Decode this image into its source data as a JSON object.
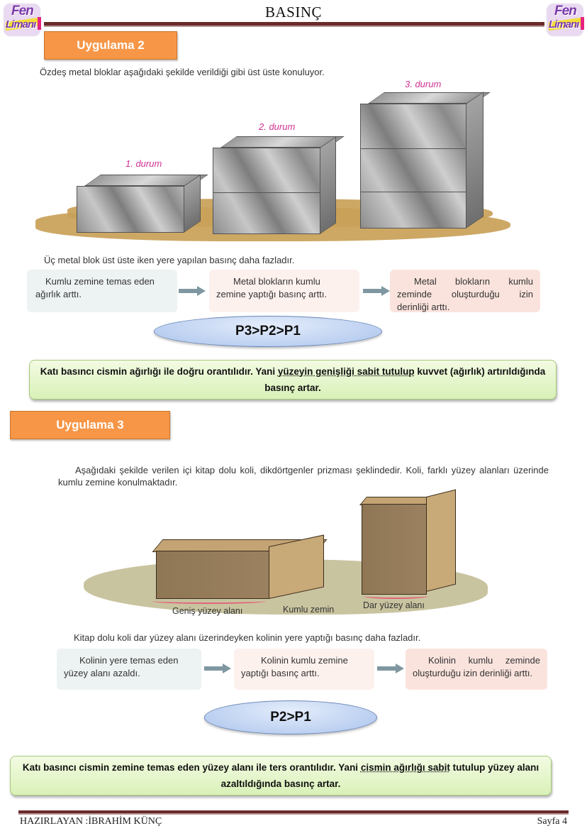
{
  "header": {
    "title": "BASINÇ",
    "logo_line1": "Fen",
    "logo_line2": "Limanı"
  },
  "section2": {
    "tab_label": "Uygulama 2",
    "intro": "Özdeş metal bloklar aşağıdaki şekilde verildiği gibi üst üste konuluyor.",
    "figure_labels": [
      "1. durum",
      "2. durum",
      "3. durum"
    ],
    "conclusion": "Üç metal blok üst üste iken yere yapılan basınç daha fazladır.",
    "flow": [
      "Kumlu zemine temas eden ağırlık arttı.",
      "Metal blokların kumlu zemine yaptığı basınç arttı.",
      "Metal blokların kumlu zeminde oluşturduğu izin derinliği arttı."
    ],
    "result": "P3>P2>P1",
    "rule": {
      "part1": "Katı basıncı cismin ağırlığı ile doğru orantılıdır. Yani ",
      "underlined": "yüzeyin genişliği sabit tutulup",
      "part2": " kuvvet (ağırlık) artırıldığında basınç artar."
    }
  },
  "section3": {
    "tab_label": "Uygulama 3",
    "intro": "Aşağıdaki şekilde verilen içi kitap dolu koli, dikdörtgenler prizması şeklindedir. Koli, farklı yüzey alanları üzerinde kumlu zemine konulmaktadır.",
    "figure_labels": {
      "wide": "Geniş yüzey alanı",
      "ground": "Kumlu zemin",
      "narrow": "Dar yüzey alanı"
    },
    "conclusion": "Kitap dolu koli dar yüzey alanı üzerindeyken kolinin yere yaptığı basınç daha fazladır.",
    "flow": [
      "Kolinin yere temas eden yüzey alanı azaldı.",
      "Kolinin kumlu zemine yaptığı basınç arttı.",
      "Kolinin kumlu zeminde oluşturduğu izin derinliği arttı."
    ],
    "result": "P2>P1",
    "rule": {
      "part1": "Katı basıncı cismin zemine temas eden yüzey alanı ile ters orantılıdır. Yani ",
      "underlined": "cismin ağırlığı sabit",
      "part2": " tutulup yüzey alanı azaltıldığında basınç artar."
    }
  },
  "footer": {
    "author": "HAZIRLAYAN :İBRAHİM KÜNÇ",
    "page": "Sayfa 4"
  },
  "colors": {
    "tab_orange": "#f79646",
    "header_rule": "#6b2a2a",
    "durum_magenta": "#d02f93",
    "ellipse_blue": "#bcd0f1",
    "rule_green": "#d9f1b8"
  }
}
